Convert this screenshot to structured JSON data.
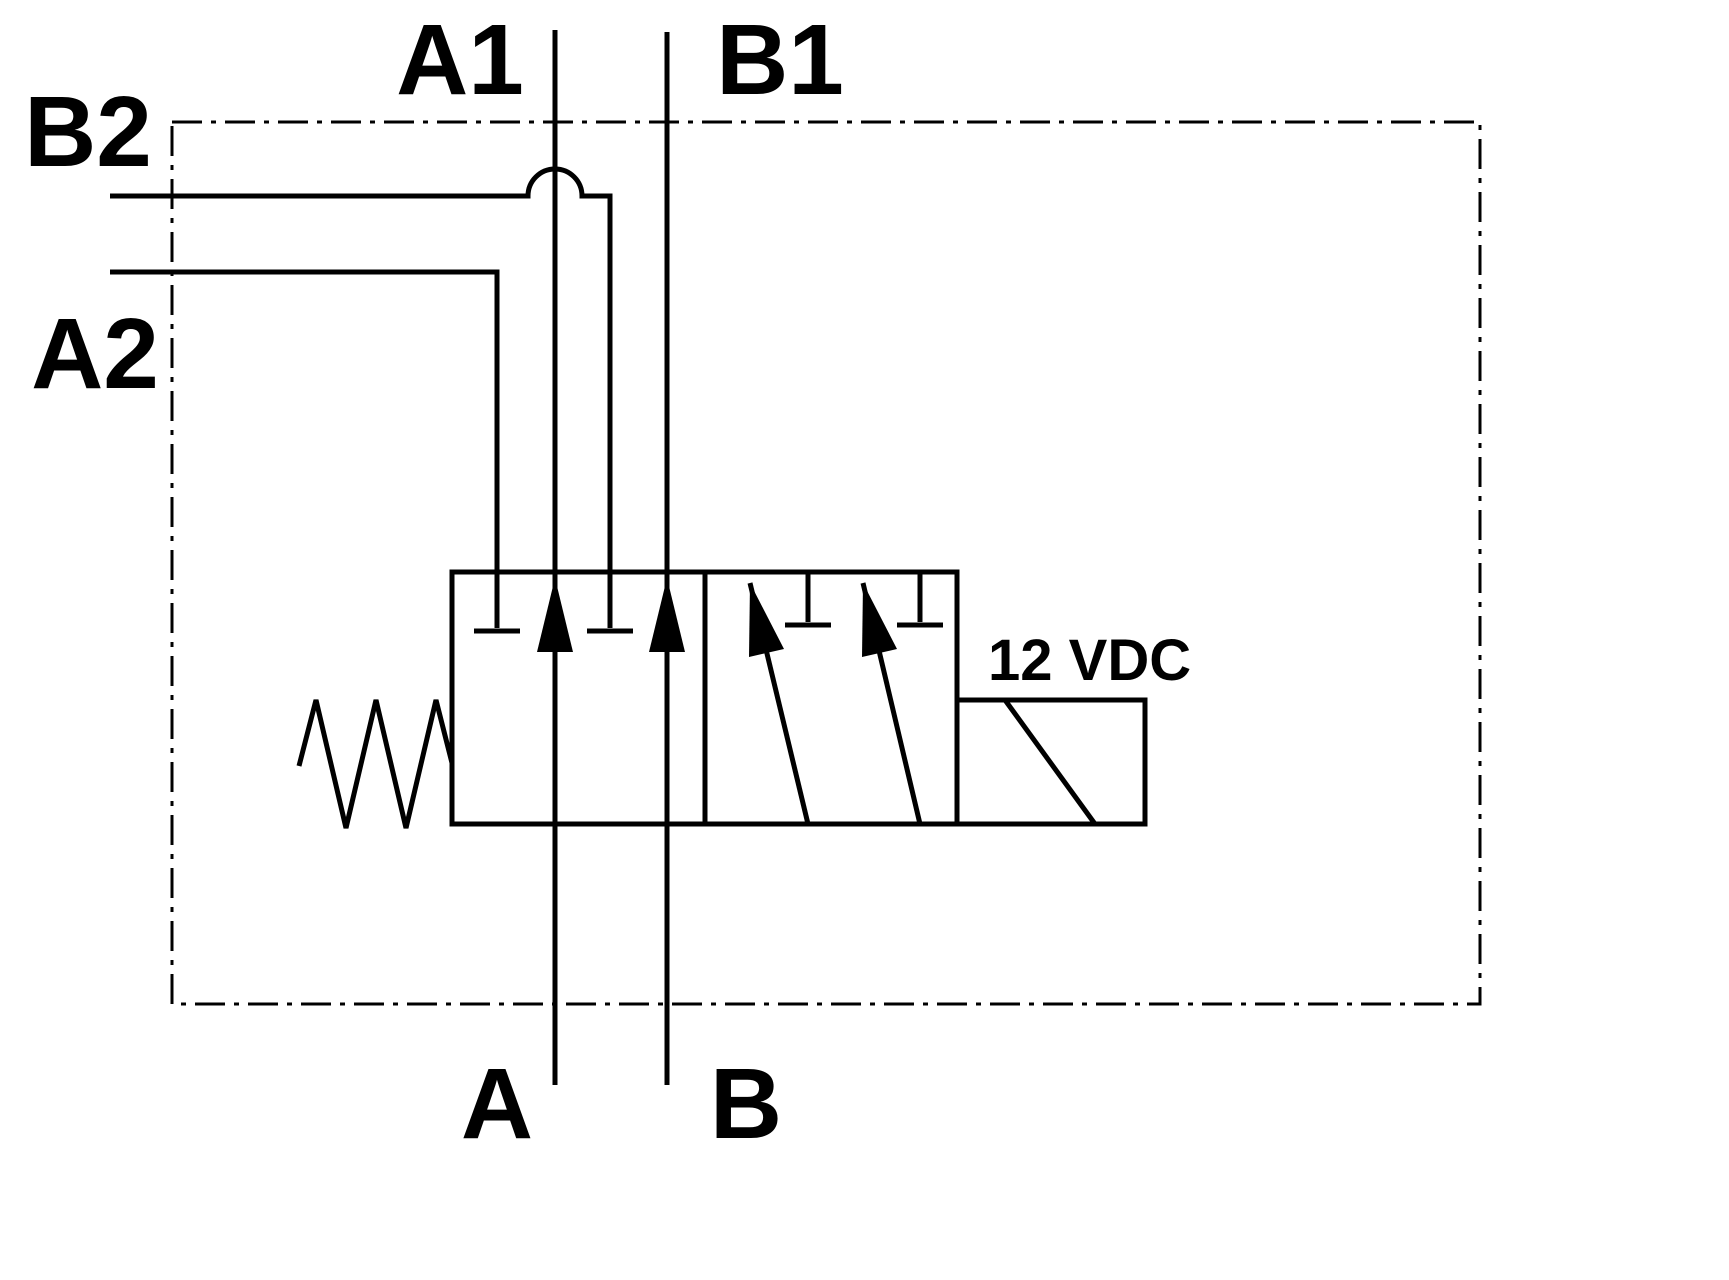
{
  "diagram": {
    "labels": {
      "port_a1": "A1",
      "port_b1": "B1",
      "port_b2": "B2",
      "port_a2": "A2",
      "port_a": "A",
      "port_b": "B",
      "solenoid": "12 VDC"
    },
    "colors": {
      "line": "#000000",
      "background": "#ffffff"
    }
  }
}
